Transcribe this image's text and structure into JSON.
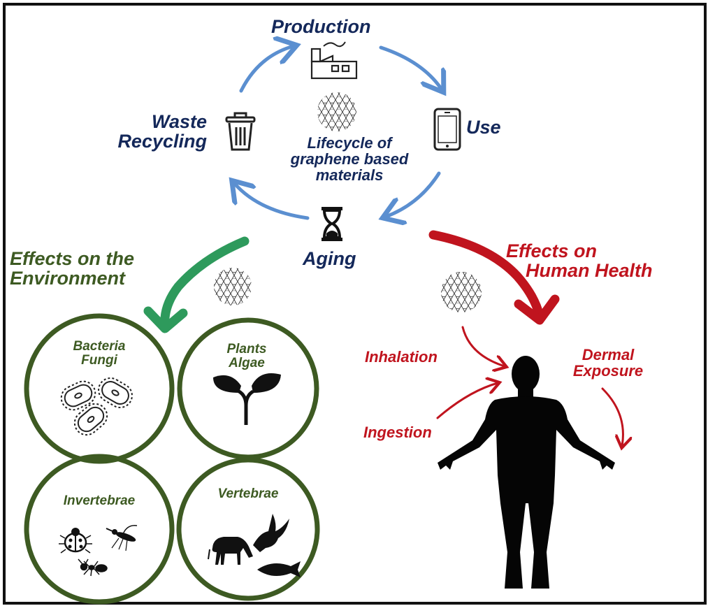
{
  "lifecycle": {
    "production": "Production",
    "use": "Use",
    "aging": "Aging",
    "waste_line1": "Waste",
    "waste_line2": "Recycling",
    "center_line1": "Lifecycle of",
    "center_line2": "graphene based",
    "center_line3": "materials"
  },
  "environment": {
    "title_line1": "Effects on the",
    "title_line2": "Environment",
    "circles": [
      {
        "line1": "Bacteria",
        "line2": "Fungi"
      },
      {
        "line1": "Plants",
        "line2": "Algae"
      },
      {
        "line1": "Invertebrae"
      },
      {
        "line1": "Vertebrae"
      }
    ]
  },
  "health": {
    "title_line1": "Effects on",
    "title_line2": "Human Health",
    "routes": {
      "inhalation": "Inhalation",
      "ingestion": "Ingestion",
      "dermal_line1": "Dermal",
      "dermal_line2": "Exposure"
    }
  },
  "colors": {
    "navy": "#14285a",
    "lifecycle_arrow": "#5b8fd0",
    "environment": "#3d5a22",
    "environment_arrow": "#2e9a5c",
    "health": "#c0141e"
  },
  "icons": [
    "factory-icon",
    "phone-icon",
    "hourglass-icon",
    "trash-icon",
    "graphene-icon",
    "bacteria-icon",
    "sprout-icon",
    "ladybug-icon",
    "mosquito-icon",
    "ant-icon",
    "horse-icon",
    "eagle-icon",
    "fish-icon",
    "human-silhouette-icon"
  ]
}
